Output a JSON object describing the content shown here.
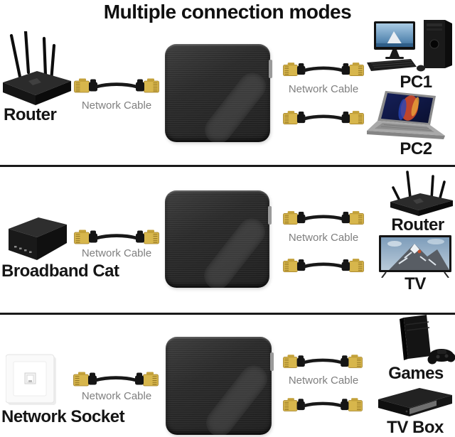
{
  "title": "Multiple connection modes",
  "rows": [
    {
      "source_label": "Router",
      "source_icon": "wifi-router",
      "left_cable_label": "Network Cable",
      "right_cable_label": "Network Cable",
      "target1_label": "PC1",
      "target1_icon": "desktop-pc",
      "target2_label": "PC2",
      "target2_icon": "laptop"
    },
    {
      "source_label": "Broadband Cat",
      "source_icon": "broadband-modem",
      "left_cable_label": "Network Cable",
      "right_cable_label": "Network Cable",
      "target1_label": "Router",
      "target1_icon": "wifi-router",
      "target2_label": "TV",
      "target2_icon": "television"
    },
    {
      "source_label": "Network Socket",
      "source_icon": "wall-network-socket",
      "left_cable_label": "Network Cable",
      "right_cable_label": "Network Cable",
      "target1_label": "Games",
      "target1_icon": "game-console",
      "target2_label": "TV Box",
      "target2_icon": "tv-set-top-box"
    }
  ],
  "center_device_icon": "network-extender-box",
  "cable_icon": "ethernet-cable",
  "colors": {
    "background": "#ffffff",
    "title_text": "#101010",
    "device_label_text": "#151515",
    "cable_label_text": "#7f7f7f",
    "divider": "#1a1a1a",
    "extender_body": "#272727",
    "cable_connector_gold": "#d7b64c"
  }
}
